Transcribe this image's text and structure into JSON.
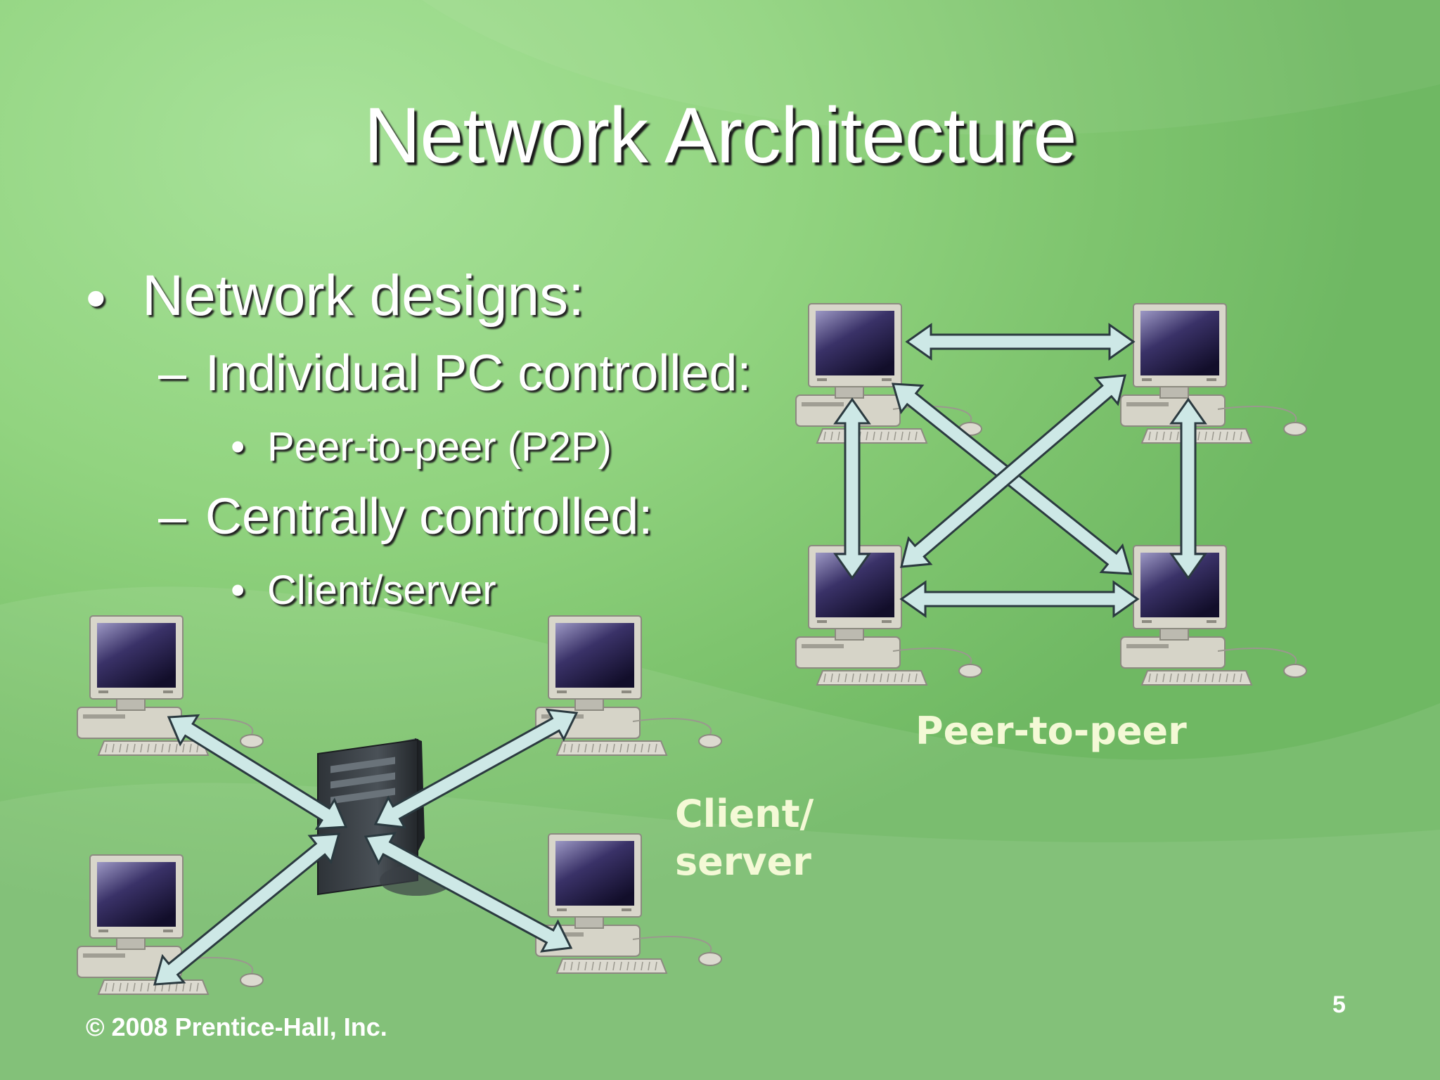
{
  "slide": {
    "title": "Network Architecture",
    "bullets": {
      "level1": {
        "marker": "•",
        "text": "Network designs:"
      },
      "item1": {
        "marker": "–",
        "text": "Individual PC controlled:"
      },
      "item1_sub": {
        "marker": "•",
        "text": "Peer-to-peer (P2P)"
      },
      "item2": {
        "marker": "–",
        "text": "Centrally controlled:"
      },
      "item2_sub": {
        "marker": "•",
        "text": "Client/server"
      }
    },
    "diagram_labels": {
      "peer_to_peer": "Peer-to-peer",
      "client_server_line1": "Client/",
      "client_server_line2": "server"
    },
    "footer": "© 2008 Prentice-Hall, Inc.",
    "page_number": "5"
  },
  "colors": {
    "background": "#92d480",
    "arrow_fill": "#cde8e6",
    "label_text": "#f4f9d6",
    "text": "#ffffff"
  }
}
